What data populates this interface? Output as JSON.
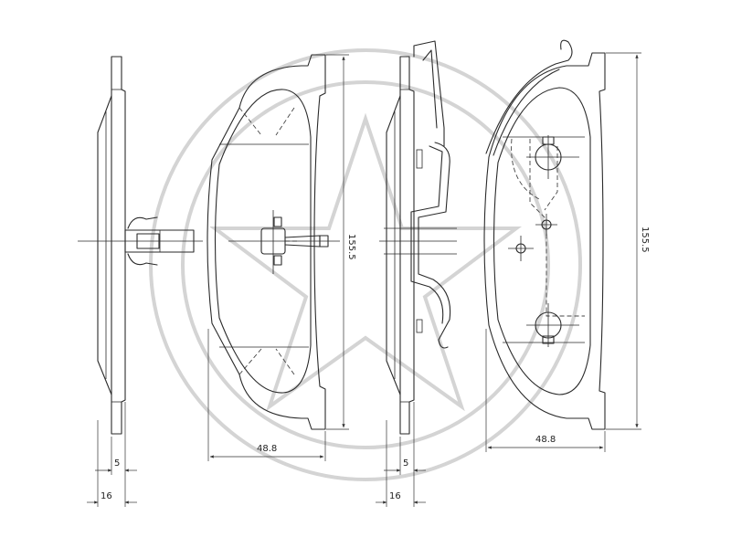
{
  "dimensions": {
    "left_thickness_total": "16",
    "left_thickness_plate": "5",
    "left_width": "48.8",
    "left_height": "155.5",
    "right_thickness_total": "16",
    "right_thickness_plate": "5",
    "right_width": "48.8",
    "right_height": "155.5"
  }
}
